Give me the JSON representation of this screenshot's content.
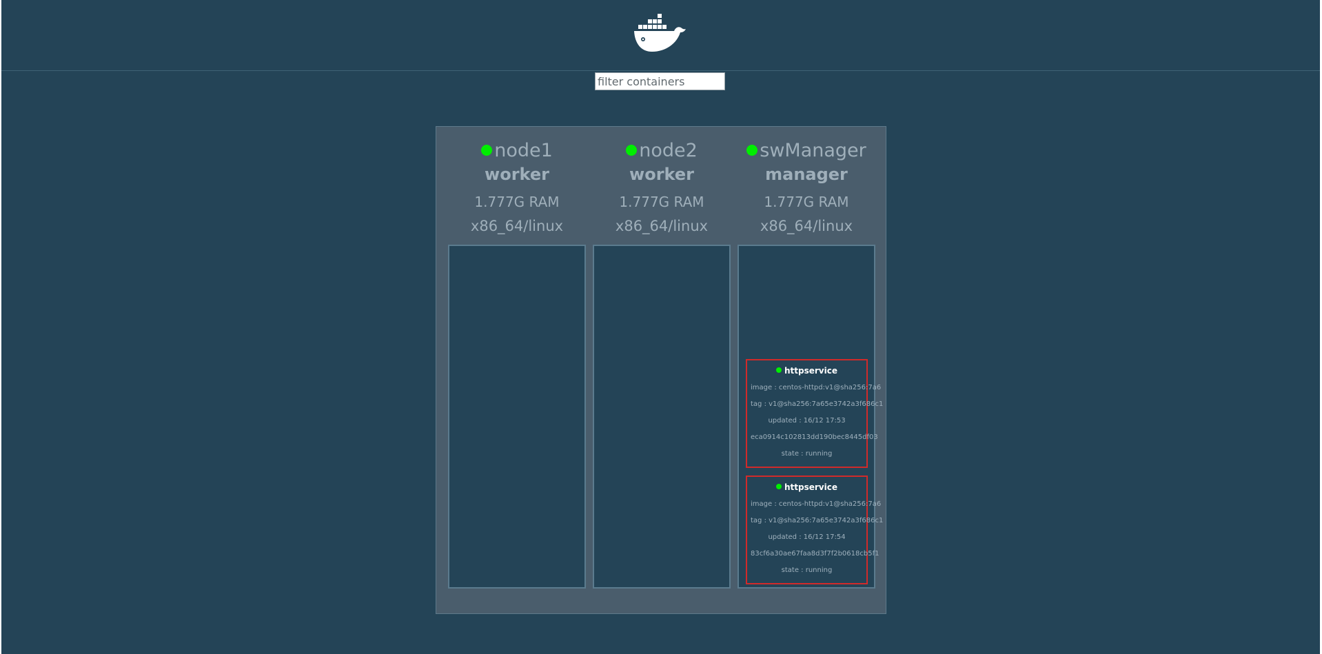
{
  "filter": {
    "placeholder": "filter containers"
  },
  "nodes": [
    {
      "name": "node1",
      "role": "worker",
      "ram": "1.777G RAM",
      "arch": "x86_64/linux",
      "status_color": "#00ee00",
      "tasks": []
    },
    {
      "name": "node2",
      "role": "worker",
      "ram": "1.777G RAM",
      "arch": "x86_64/linux",
      "status_color": "#00ee00",
      "tasks": []
    },
    {
      "name": "swManager",
      "role": "manager",
      "ram": "1.777G RAM",
      "arch": "x86_64/linux",
      "status_color": "#00ee00",
      "tasks": [
        {
          "name": "httpservice",
          "image": "image : centos-httpd:v1@sha256:7a6",
          "tag": "tag : v1@sha256:7a65e3742a3f686c1",
          "updated": "updated : 16/12 17:53",
          "id": "eca0914c102813dd190bec8445df03",
          "state": "state : running"
        },
        {
          "name": "httpservice",
          "image": "image : centos-httpd:v1@sha256:7a6",
          "tag": "tag : v1@sha256:7a65e3742a3f686c1",
          "updated": "updated : 16/12 17:54",
          "id": "83cf6a30ae67faa8d3f7f2b0618cb5f1",
          "state": "state : running"
        }
      ]
    }
  ],
  "colors": {
    "background": "#244457",
    "cluster": "#4a5d6c",
    "task_border": "#d12a2a",
    "status_ok": "#00ee00"
  }
}
